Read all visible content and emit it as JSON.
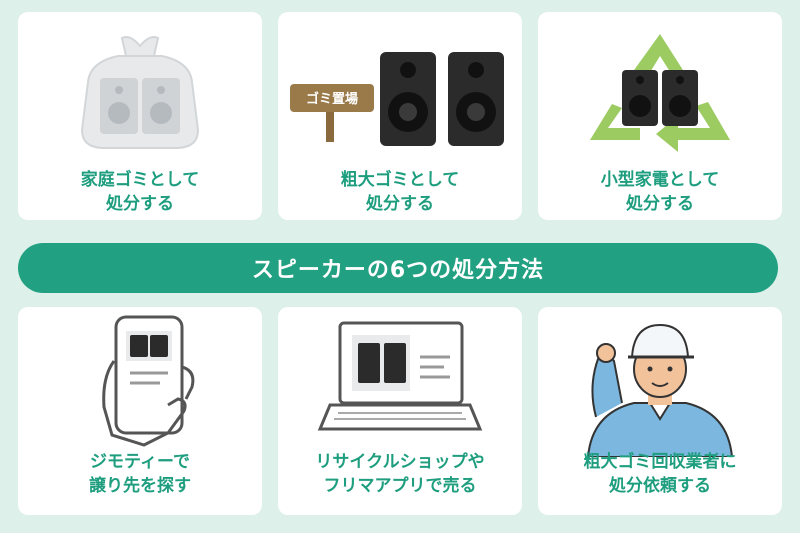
{
  "title": "スピーカーの6つの処分方法",
  "colors": {
    "background": "#def0ea",
    "accent": "#22a082",
    "label": "#1e9e7f",
    "card": "#ffffff"
  },
  "methods": [
    {
      "line1": "家庭ゴミとして",
      "line2": "処分する",
      "icon": "speakers-in-trash-bag-icon"
    },
    {
      "line1": "粗大ゴミとして",
      "line2": "処分する",
      "icon": "speakers-at-garbage-site-icon",
      "sign": "ゴミ置場"
    },
    {
      "line1": "小型家電として",
      "line2": "処分する",
      "icon": "speakers-recycle-icon"
    },
    {
      "line1": "ジモティーで",
      "line2": "譲り先を探す",
      "icon": "phone-listing-icon"
    },
    {
      "line1": "リサイクルショップや",
      "line2": "フリマアプリで売る",
      "icon": "laptop-listing-icon"
    },
    {
      "line1": "粗大ゴミ回収業者に",
      "line2": "処分依頼する",
      "icon": "collection-worker-icon"
    }
  ]
}
